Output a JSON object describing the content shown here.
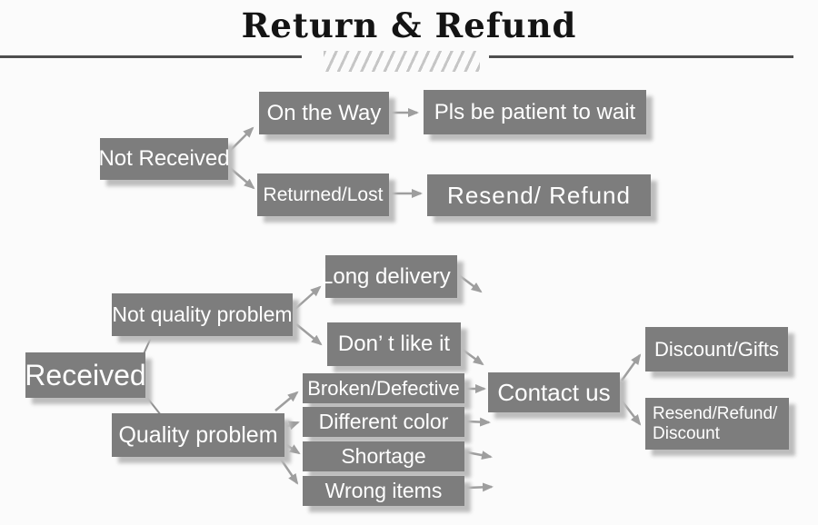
{
  "title": {
    "text": "Return & Refund"
  },
  "palette": {
    "node_bg": "#7d7d7d",
    "node_text": "#ffffff",
    "arrow": "#9e9e9e",
    "title_text": "#141414",
    "rule": "#4e4e4e",
    "hatch": "#c6c6c6",
    "background": "#fbfbfb",
    "shadow": "#bdbdbd"
  },
  "nodes": {
    "not_received": {
      "label": "Not Received"
    },
    "on_the_way": {
      "label": "On the Way"
    },
    "pls_wait": {
      "label": "Pls be patient to wait"
    },
    "returned_lost": {
      "label": "Returned/Lost"
    },
    "resend_refund": {
      "label": "Resend/ Refund"
    },
    "received": {
      "label": "Received"
    },
    "not_quality_problem": {
      "label": "Not quality problem"
    },
    "long_delivery": {
      "label": "Long delivery"
    },
    "dont_like_it": {
      "label": "Don’ t like it"
    },
    "quality_problem": {
      "label": "Quality problem"
    },
    "broken_defective": {
      "label": "Broken/Defective"
    },
    "different_color": {
      "label": "Different color"
    },
    "shortage": {
      "label": "Shortage"
    },
    "wrong_items": {
      "label": "Wrong items"
    },
    "contact_us": {
      "label": "Contact us"
    },
    "discount_gifts": {
      "label": "Discount/Gifts"
    },
    "resend_refund_discount": {
      "line1": "Resend/Refund/",
      "line2": "Discount"
    }
  },
  "edges": [
    {
      "from": "not_received",
      "to": "on_the_way"
    },
    {
      "from": "not_received",
      "to": "returned_lost"
    },
    {
      "from": "on_the_way",
      "to": "pls_wait"
    },
    {
      "from": "returned_lost",
      "to": "resend_refund"
    },
    {
      "from": "received",
      "to": "not_quality_problem"
    },
    {
      "from": "received",
      "to": "quality_problem"
    },
    {
      "from": "not_quality_problem",
      "to": "long_delivery"
    },
    {
      "from": "not_quality_problem",
      "to": "dont_like_it"
    },
    {
      "from": "long_delivery",
      "to": "contact_us"
    },
    {
      "from": "dont_like_it",
      "to": "contact_us"
    },
    {
      "from": "quality_problem",
      "to": "broken_defective"
    },
    {
      "from": "quality_problem",
      "to": "different_color"
    },
    {
      "from": "quality_problem",
      "to": "shortage"
    },
    {
      "from": "quality_problem",
      "to": "wrong_items"
    },
    {
      "from": "broken_defective",
      "to": "contact_us"
    },
    {
      "from": "different_color",
      "to": "contact_us"
    },
    {
      "from": "shortage",
      "to": "contact_us"
    },
    {
      "from": "wrong_items",
      "to": "contact_us"
    },
    {
      "from": "contact_us",
      "to": "discount_gifts"
    },
    {
      "from": "contact_us",
      "to": "resend_refund_discount"
    }
  ]
}
